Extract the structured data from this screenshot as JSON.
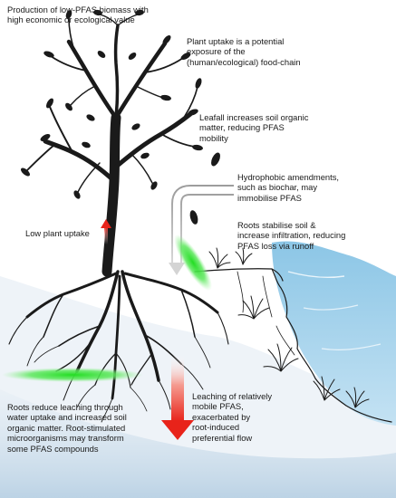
{
  "annotations": {
    "production": "Production of low-PFAS biomass with\nhigh economic or ecological value",
    "plant_uptake_exposure": "Plant uptake is a potential\nexposure of the\n(human/ecological) food-chain",
    "leaffall": "Leafall increases soil organic\nmatter, reducing PFAS\nmobility",
    "hydrophobic_amendments": "Hydrophobic amendments,\nsuch as biochar, may\nimmobilise PFAS",
    "low_plant_uptake": "Low plant uptake",
    "roots_stabilise": "Roots stabilise soil &\nincrease infiltration, reducing\nPFAS loss via runoff",
    "roots_reduce_leaching": "Roots reduce leaching through\nwater uptake and increased soil\norganic matter. Root-stimulated\nmicroorganisms may transform\nsome PFAS compounds",
    "leaching": "Leaching of relatively\nmobile PFAS,\nexacerbated by\nroot-induced\npreferential flow"
  },
  "colors": {
    "ink": "#1a1a1a",
    "water": "#a8d4ea",
    "soil": "#cfe1ee",
    "sediment_glow": "#33dd33",
    "leaching_arrow": "#e8231a",
    "amendment_arrow": "#bdbdbd"
  }
}
